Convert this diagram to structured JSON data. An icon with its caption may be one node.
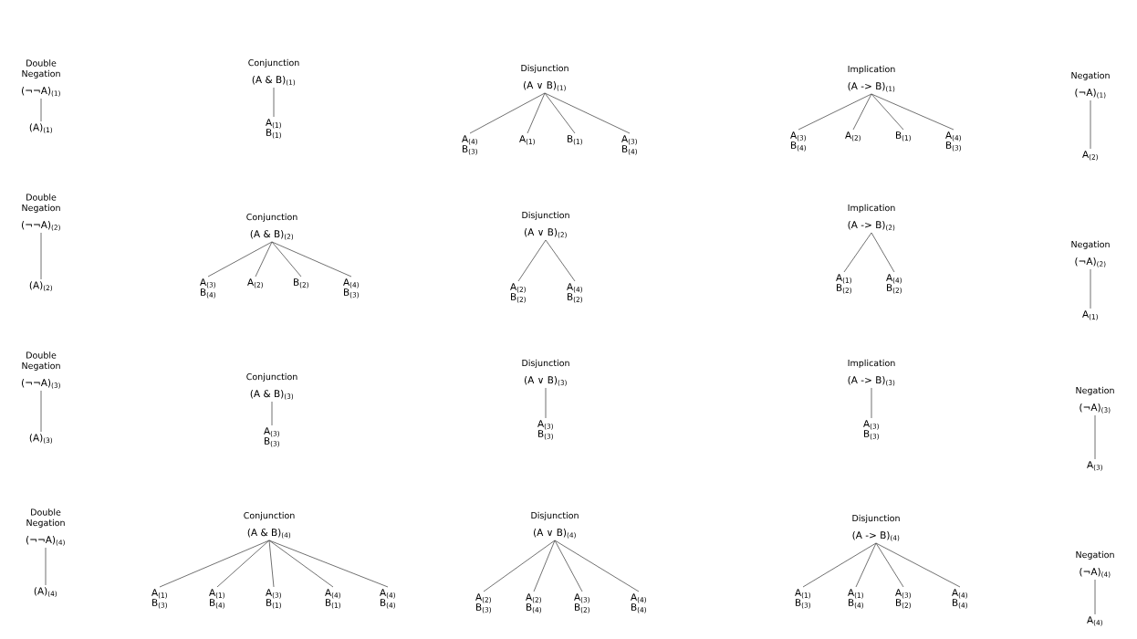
{
  "diagram": {
    "nodes": [
      {
        "text": [
          "Double Negation",
          "(¬¬A)$_{(1)}$"
        ]
      },
      {
        "text": [
          "(A)$_{(1)}$"
        ]
      },
      {
        "text": [
          "Conjunction",
          "(A & B)$_{(1)}$"
        ]
      },
      {
        "text": [
          "A$_{(1)}$",
          "B$_{(1)}$"
        ]
      },
      {
        "text": [
          "Disjunction",
          "(A ∨ B)$_{(1)}$"
        ]
      },
      {
        "text": [
          "A$_{(4)}$",
          "B$_{(3)}$"
        ]
      },
      {
        "text": [
          "A$_{(1)}$"
        ]
      },
      {
        "text": [
          "B$_{(1)}$"
        ]
      },
      {
        "text": [
          "A$_{(3)}$",
          "B$_{(4)}$"
        ]
      },
      {
        "text": [
          "Implication",
          "(A -> B)$_{(1)}$"
        ]
      },
      {
        "text": [
          "A$_{(3)}$",
          "B$_{(4)}$"
        ]
      },
      {
        "text": [
          "A$_{(2)}$"
        ]
      },
      {
        "text": [
          "B$_{(1)}$"
        ]
      },
      {
        "text": [
          "A$_{(4)}$",
          "B$_{(3)}$"
        ]
      },
      {
        "text": [
          "Negation",
          "(¬A)$_{(1)}$"
        ]
      },
      {
        "text": [
          "A$_{(2)}$"
        ]
      },
      {
        "text": [
          "Double Negation",
          "(¬¬A)$_{(2)}$"
        ]
      },
      {
        "text": [
          "(A)$_{(2)}$"
        ]
      },
      {
        "text": [
          "Conjunction",
          "(A & B)$_{(2)}$"
        ]
      },
      {
        "text": [
          "A$_{(3)}$",
          "B$_{(4)}$"
        ]
      },
      {
        "text": [
          "A$_{(2)}$"
        ]
      },
      {
        "text": [
          "B$_{(2)}$"
        ]
      },
      {
        "text": [
          "A$_{(4)}$",
          "B$_{(3)}$"
        ]
      },
      {
        "text": [
          "Disjunction",
          "(A ∨ B)$_{(2)}$"
        ]
      },
      {
        "text": [
          "A$_{(2)}$",
          "B$_{(2)}$"
        ]
      },
      {
        "text": [
          "A$_{(4)}$",
          "B$_{(2)}$"
        ]
      },
      {
        "text": [
          "Implication",
          "(A -> B)$_{(2)}$"
        ]
      },
      {
        "text": [
          "A$_{(1)}$",
          "B$_{(2)}$"
        ]
      },
      {
        "text": [
          "A$_{(4)}$",
          "B$_{(2)}$"
        ]
      },
      {
        "text": [
          "Negation",
          "(¬A)$_{(2)}$"
        ]
      },
      {
        "text": [
          "A$_{(1)}$"
        ]
      },
      {
        "text": [
          "Double Negation",
          "(¬¬A)$_{(3)}$"
        ]
      },
      {
        "text": [
          "(A)$_{(3)}$"
        ]
      },
      {
        "text": [
          "Conjunction",
          "(A & B)$_{(3)}$"
        ]
      },
      {
        "text": [
          "A$_{(3)}$",
          "B$_{(3)}$"
        ]
      },
      {
        "text": [
          "Disjunction",
          "(A ∨ B)$_{(3)}$"
        ]
      },
      {
        "text": [
          "A$_{(3)}$",
          "B$_{(3)}$"
        ]
      },
      {
        "text": [
          "Implication",
          "(A -> B)$_{(3)}$"
        ]
      },
      {
        "text": [
          "A$_{(3)}$",
          "B$_{(3)}$"
        ]
      },
      {
        "text": [
          "Negation",
          "(¬A)$_{(3)}$"
        ]
      },
      {
        "text": [
          "A$_{(3)}$"
        ]
      },
      {
        "text": [
          "Double Negation",
          "(¬¬A)$_{(4)}$"
        ]
      },
      {
        "text": [
          "(A)$_{(4)}$"
        ]
      },
      {
        "text": [
          "Conjunction",
          "(A & B)$_{(4)}$"
        ]
      },
      {
        "text": [
          "A$_{(1)}$",
          "B$_{(3)}$"
        ]
      },
      {
        "text": [
          "A$_{(1)}$",
          "B$_{(4)}$"
        ]
      },
      {
        "text": [
          "A$_{(3)}$",
          "B$_{(1)}$"
        ]
      },
      {
        "text": [
          "A$_{(4)}$",
          "B$_{(1)}$"
        ]
      },
      {
        "text": [
          "A$_{(4)}$",
          "B$_{(4)}$"
        ]
      },
      {
        "text": [
          "Disjunction",
          "(A ∨ B)$_{(4)}$"
        ]
      },
      {
        "text": [
          "A$_{(2)}$",
          "B$_{(3)}$"
        ]
      },
      {
        "text": [
          "A$_{(2)}$",
          "B$_{(4)}$"
        ]
      },
      {
        "text": [
          "A$_{(3)}$",
          "B$_{(2)}$"
        ]
      },
      {
        "text": [
          "A$_{(4)}$",
          "B$_{(4)}$"
        ]
      },
      {
        "text": [
          "Disjunction",
          "(A -> B)$_{(4)}$"
        ]
      },
      {
        "text": [
          "A$_{(1)}$",
          "B$_{(3)}$"
        ]
      },
      {
        "text": [
          "A$_{(1)}$",
          "B$_{(4)}$"
        ]
      },
      {
        "text": [
          "A$_{(3)}$",
          "B$_{(2)}$"
        ]
      },
      {
        "text": [
          "A$_{(4)}$",
          "B$_{(4)}$"
        ]
      },
      {
        "text": [
          "Negation",
          "(¬A)$_{(4)}$"
        ]
      },
      {
        "text": [
          "A$_{(4)}$"
        ]
      }
    ],
    "edges": [
      {
        "from": 0,
        "to": 1,
        "arrow": "none"
      },
      {
        "from": 2,
        "to": 3,
        "arrow": "none"
      },
      {
        "from": 4,
        "to": 5,
        "arrow": "none"
      },
      {
        "from": 4,
        "to": 6,
        "arrow": "none"
      },
      {
        "from": 4,
        "to": 7,
        "arrow": "none"
      },
      {
        "from": 4,
        "to": 8,
        "arrow": "none"
      },
      {
        "from": 9,
        "to": 10,
        "arrow": "none"
      },
      {
        "from": 9,
        "to": 11,
        "arrow": "none"
      },
      {
        "from": 9,
        "to": 12,
        "arrow": "none"
      },
      {
        "from": 9,
        "to": 13,
        "arrow": "none"
      },
      {
        "from": 14,
        "to": 15,
        "arrow": "none"
      },
      {
        "from": 16,
        "to": 17,
        "arrow": "none"
      },
      {
        "from": 18,
        "to": 19,
        "arrow": "none"
      },
      {
        "from": 18,
        "to": 20,
        "arrow": "none"
      },
      {
        "from": 18,
        "to": 21,
        "arrow": "none"
      },
      {
        "from": 18,
        "to": 22,
        "arrow": "none"
      },
      {
        "from": 23,
        "to": 24,
        "arrow": "none"
      },
      {
        "from": 23,
        "to": 25,
        "arrow": "none"
      },
      {
        "from": 26,
        "to": 27,
        "arrow": "none"
      },
      {
        "from": 26,
        "to": 28,
        "arrow": "none"
      },
      {
        "from": 29,
        "to": 30,
        "arrow": "none"
      },
      {
        "from": 31,
        "to": 32,
        "arrow": "none"
      },
      {
        "from": 33,
        "to": 34,
        "arrow": "none"
      },
      {
        "from": 35,
        "to": 36,
        "arrow": "none"
      },
      {
        "from": 37,
        "to": 38,
        "arrow": "none"
      },
      {
        "from": 39,
        "to": 40,
        "arrow": "none"
      },
      {
        "from": 41,
        "to": 42,
        "arrow": "none"
      },
      {
        "from": 43,
        "to": 44,
        "arrow": "none"
      },
      {
        "from": 43,
        "to": 45,
        "arrow": "none"
      },
      {
        "from": 43,
        "to": 46,
        "arrow": "none"
      },
      {
        "from": 43,
        "to": 47,
        "arrow": "none"
      },
      {
        "from": 43,
        "to": 48,
        "arrow": "none"
      },
      {
        "from": 49,
        "to": 50,
        "arrow": "none"
      },
      {
        "from": 49,
        "to": 51,
        "arrow": "none"
      },
      {
        "from": 49,
        "to": 52,
        "arrow": "none"
      },
      {
        "from": 49,
        "to": 53,
        "arrow": "none"
      },
      {
        "from": 54,
        "to": 55,
        "arrow": "none"
      },
      {
        "from": 54,
        "to": 56,
        "arrow": "none"
      },
      {
        "from": 54,
        "to": 57,
        "arrow": "none"
      },
      {
        "from": 54,
        "to": 58,
        "arrow": "none"
      },
      {
        "from": 59,
        "to": 60,
        "arrow": "none"
      }
    ]
  }
}
